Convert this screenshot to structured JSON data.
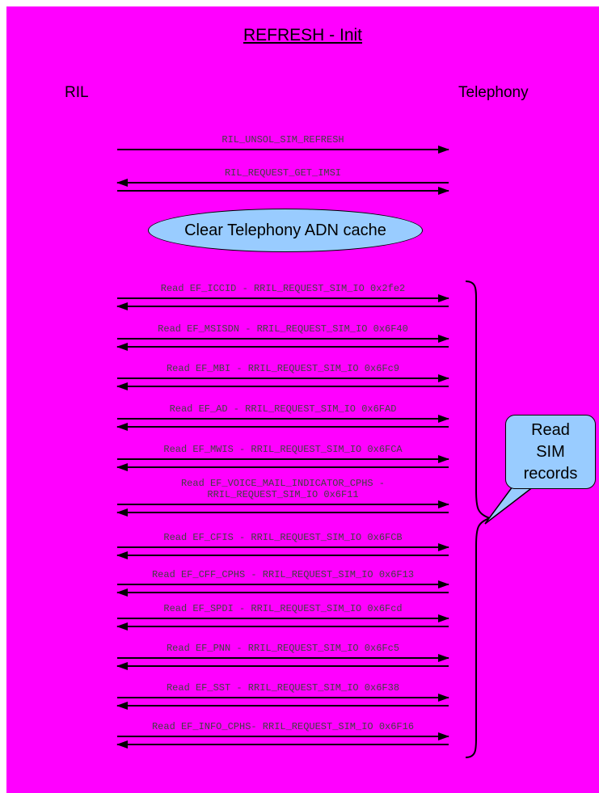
{
  "title": "REFRESH - Init",
  "actors": {
    "left": "RIL",
    "right": "Telephony"
  },
  "note": {
    "text": "Clear Telephony ADN cache"
  },
  "callout": {
    "text": "Read SIM records"
  },
  "colors": {
    "background": "#FF00FF",
    "bubble_fill": "#99CCFF",
    "line": "#000000",
    "label_text": "#404040"
  },
  "messages": [
    {
      "label": "RIL_UNSOL_SIM_REFRESH",
      "arrows": [
        "right"
      ]
    },
    {
      "label": "RIL_REQUEST_GET_IMSI",
      "arrows": [
        "left",
        "right"
      ]
    },
    {
      "label": "Read EF_ICCID - RRIL_REQUEST_SIM_IO 0x2fe2",
      "arrows": [
        "right",
        "left"
      ]
    },
    {
      "label": "Read EF_MSISDN - RRIL_REQUEST_SIM_IO 0x6F40",
      "arrows": [
        "right",
        "left"
      ]
    },
    {
      "label": "Read EF_MBI - RRIL_REQUEST_SIM_IO 0x6Fc9",
      "arrows": [
        "right",
        "left"
      ]
    },
    {
      "label": "Read EF_AD - RRIL_REQUEST_SIM_IO 0x6FAD",
      "arrows": [
        "right",
        "left"
      ]
    },
    {
      "label": "Read EF_MWIS - RRIL_REQUEST_SIM_IO 0x6FCA",
      "arrows": [
        "right",
        "left"
      ]
    },
    {
      "label": "Read EF_VOICE_MAIL_INDICATOR_CPHS -",
      "label2": "RRIL_REQUEST_SIM_IO 0x6F11",
      "arrows": [
        "right",
        "left"
      ]
    },
    {
      "label": "Read EF_CFIS - RRIL_REQUEST_SIM_IO 0x6FCB",
      "arrows": [
        "right",
        "left"
      ]
    },
    {
      "label": "Read EF_CFF_CPHS - RRIL_REQUEST_SIM_IO 0x6F13",
      "arrows": [
        "right",
        "left"
      ]
    },
    {
      "label": "Read EF_SPDI - RRIL_REQUEST_SIM_IO 0x6Fcd",
      "arrows": [
        "right",
        "left"
      ]
    },
    {
      "label": "Read EF_PNN - RRIL_REQUEST_SIM_IO 0x6Fc5",
      "arrows": [
        "right",
        "left"
      ]
    },
    {
      "label": "Read EF_SST - RRIL_REQUEST_SIM_IO 0x6F38",
      "arrows": [
        "right",
        "left"
      ]
    },
    {
      "label": "Read EF_INFO_CPHS- RRIL_REQUEST_SIM_IO 0x6F16",
      "arrows": [
        "right",
        "left"
      ]
    }
  ]
}
